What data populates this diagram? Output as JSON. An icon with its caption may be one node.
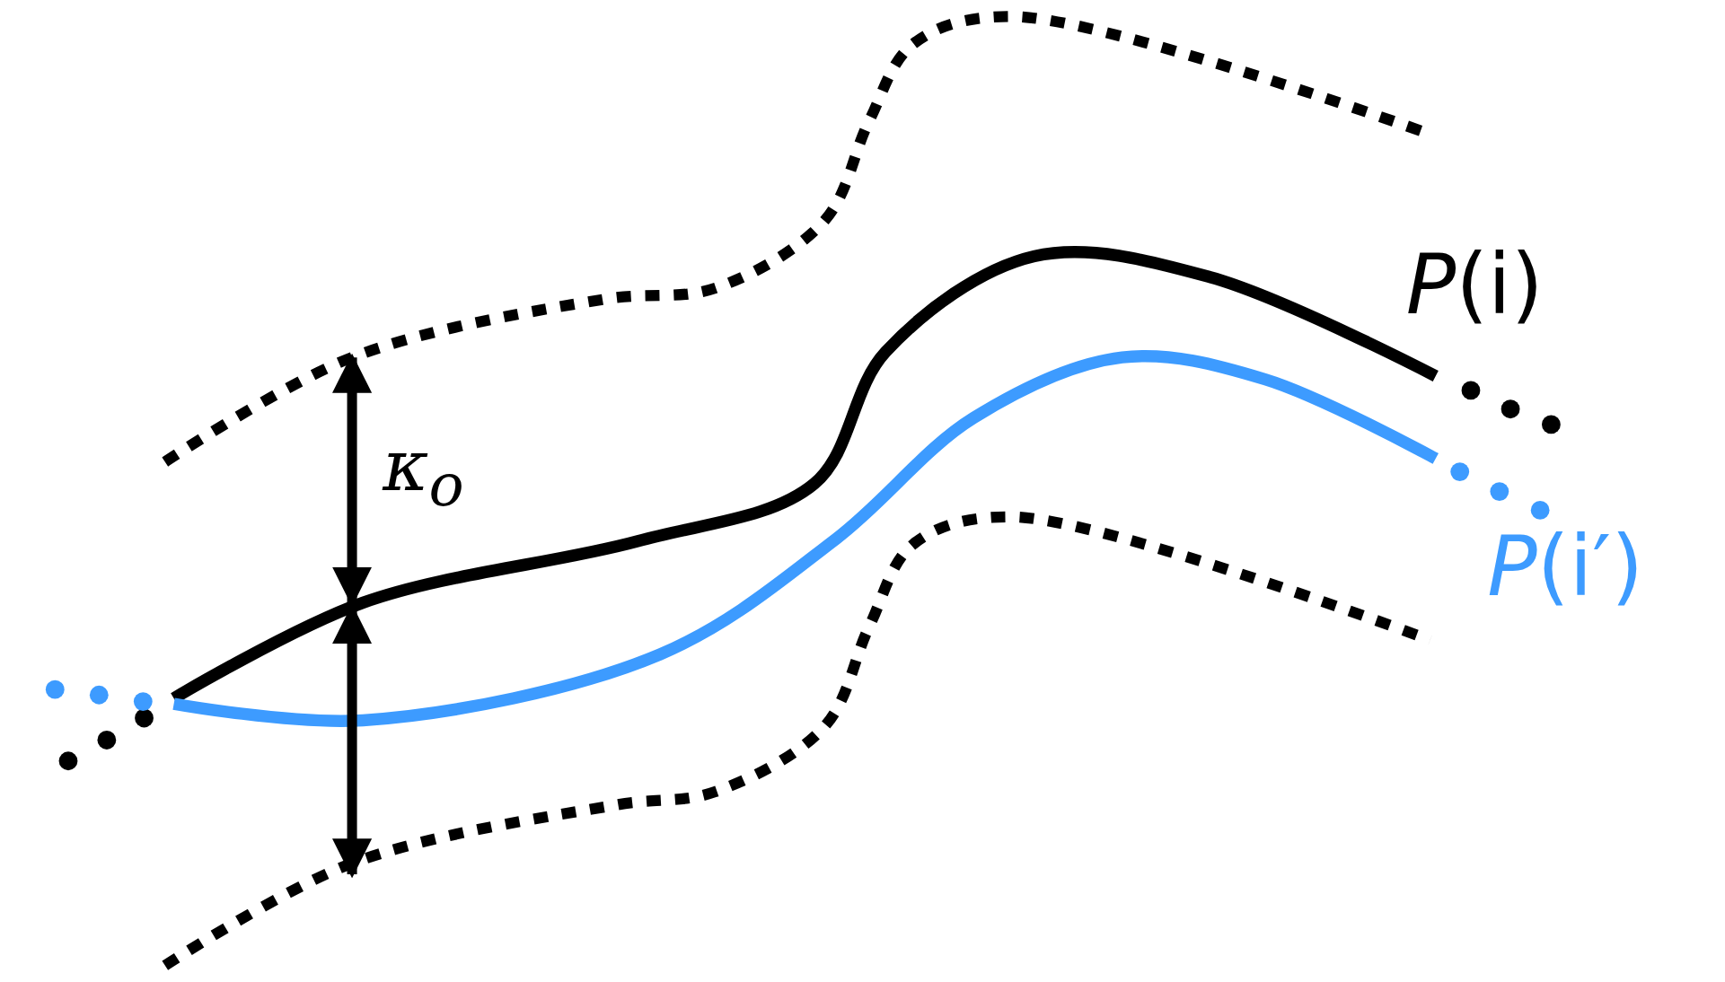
{
  "diagram": {
    "labels": [
      "*P*(i)",
      "*P*(i′)",
      "κ$_{o}$"
    ]
  }
}
